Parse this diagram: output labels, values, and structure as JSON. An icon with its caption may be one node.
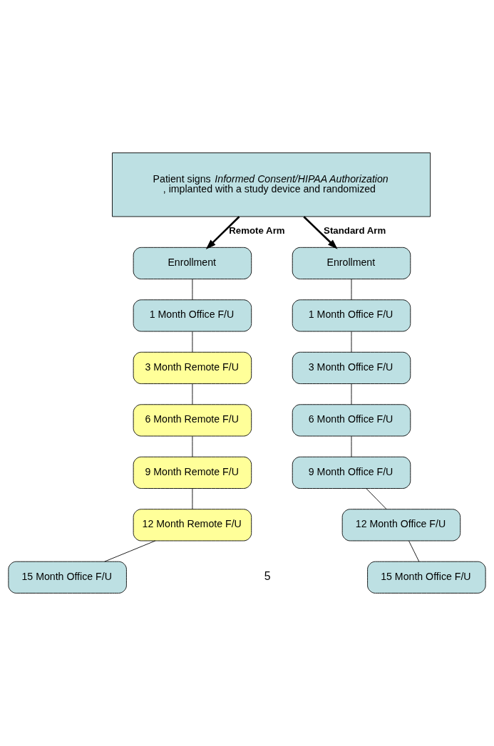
{
  "diagram": {
    "nodes": [
      {
        "text": [
          "Patient signs *Informed Consent/HIPAA Authorization* , implanted with a study device and randomized"
        ]
      },
      {
        "text": [
          "Enrollment"
        ]
      },
      {
        "text": [
          "1 Month Office F/U"
        ]
      },
      {
        "text": [
          "3 Month Remote F/U"
        ]
      },
      {
        "text": [
          "6 Month Remote F/U"
        ]
      },
      {
        "text": [
          "9 Month Remote F/U"
        ]
      },
      {
        "text": [
          "12 Month Remote F/U"
        ]
      },
      {
        "text": [
          "15 Month Office F/U"
        ]
      },
      {
        "text": [
          "Enrollment"
        ]
      },
      {
        "text": [
          "1 Month Office F/U"
        ]
      },
      {
        "text": [
          "3 Month Office F/U"
        ]
      },
      {
        "text": [
          "6 Month Office F/U"
        ]
      },
      {
        "text": [
          "9 Month Office F/U"
        ]
      },
      {
        "text": [
          "12 Month Office F/U"
        ]
      },
      {
        "text": [
          "15 Month Office F/U"
        ]
      }
    ],
    "edges": [
      {
        "from": 0,
        "to": 1,
        "arrow": "to",
        "label": "Remote Arm",
        "style": "thick"
      },
      {
        "from": 0,
        "to": 8,
        "arrow": "to",
        "label": "Standard Arm",
        "style": "thick"
      },
      {
        "from": 1,
        "to": 2,
        "arrow": "none"
      },
      {
        "from": 2,
        "to": 3,
        "arrow": "none"
      },
      {
        "from": 3,
        "to": 4,
        "arrow": "none"
      },
      {
        "from": 4,
        "to": 5,
        "arrow": "none"
      },
      {
        "from": 5,
        "to": 6,
        "arrow": "none"
      },
      {
        "from": 6,
        "to": 7,
        "arrow": "none"
      },
      {
        "from": 8,
        "to": 9,
        "arrow": "none"
      },
      {
        "from": 9,
        "to": 10,
        "arrow": "none"
      },
      {
        "from": 10,
        "to": 11,
        "arrow": "none"
      },
      {
        "from": 11,
        "to": 12,
        "arrow": "none"
      },
      {
        "from": 12,
        "to": 13,
        "arrow": "none"
      },
      {
        "from": 13,
        "to": 14,
        "arrow": "none"
      }
    ],
    "labels": [
      "5"
    ]
  }
}
